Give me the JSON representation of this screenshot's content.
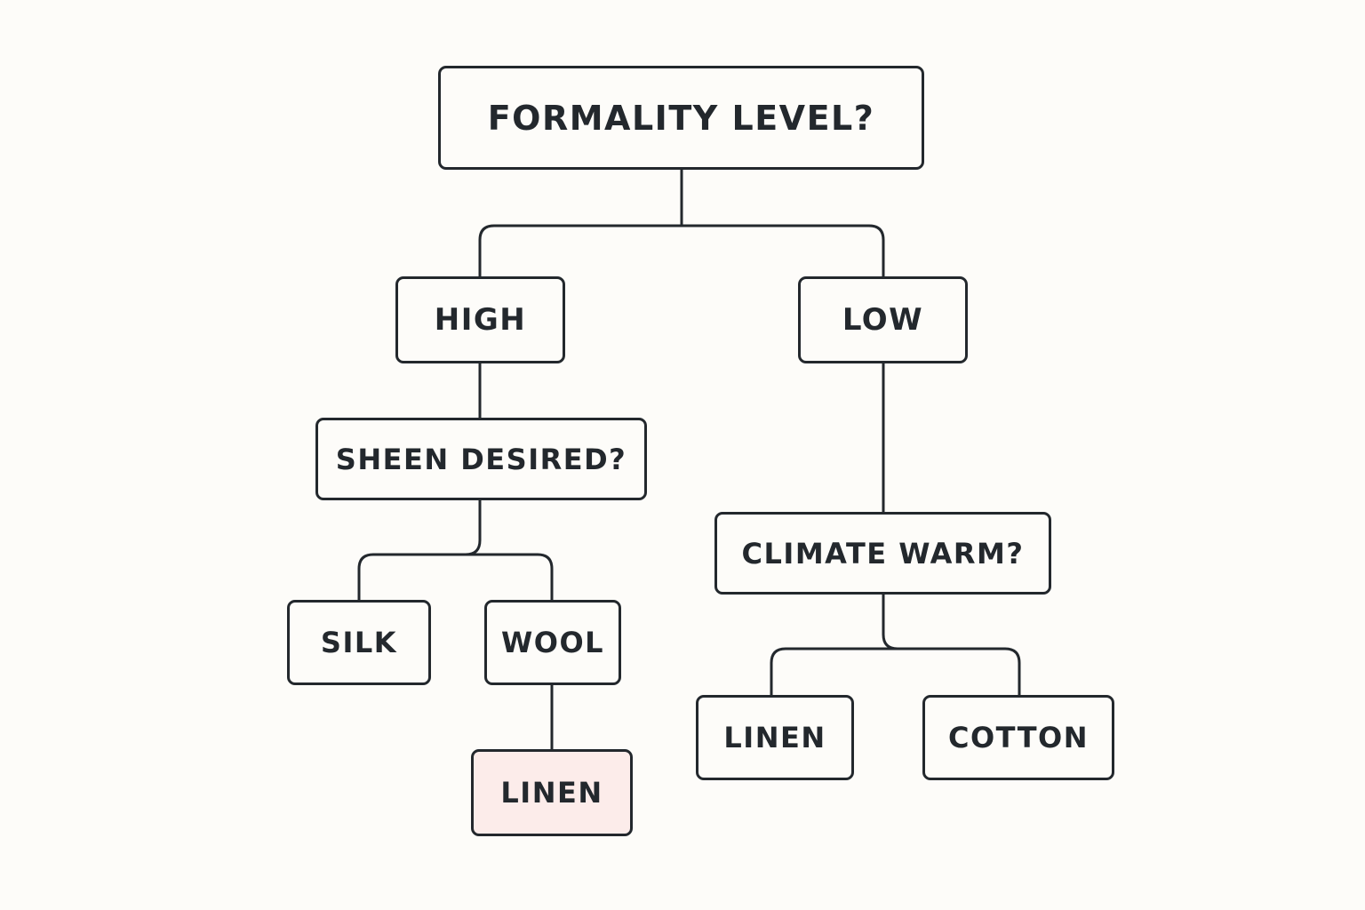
{
  "colors": {
    "background": "#fdfcf9",
    "stroke": "#23282d",
    "text": "#23282d",
    "highlight_fill": "#fcecea"
  },
  "nodes": {
    "formality": "FORMALITY LEVEL?",
    "high": "HIGH",
    "low": "LOW",
    "sheen": "SHEEN DESIRED?",
    "climate": "CLIMATE WARM?",
    "silk": "SILK",
    "wool": "WOOL",
    "linen_wool": "LINEN",
    "linen_climate": "LINEN",
    "cotton": "COTTON"
  },
  "edges": [
    [
      "formality",
      "high"
    ],
    [
      "formality",
      "low"
    ],
    [
      "high",
      "sheen"
    ],
    [
      "low",
      "climate"
    ],
    [
      "sheen",
      "silk"
    ],
    [
      "sheen",
      "wool"
    ],
    [
      "wool",
      "linen_wool"
    ],
    [
      "climate",
      "linen_climate"
    ],
    [
      "climate",
      "cotton"
    ]
  ],
  "highlighted": [
    "linen_wool"
  ]
}
